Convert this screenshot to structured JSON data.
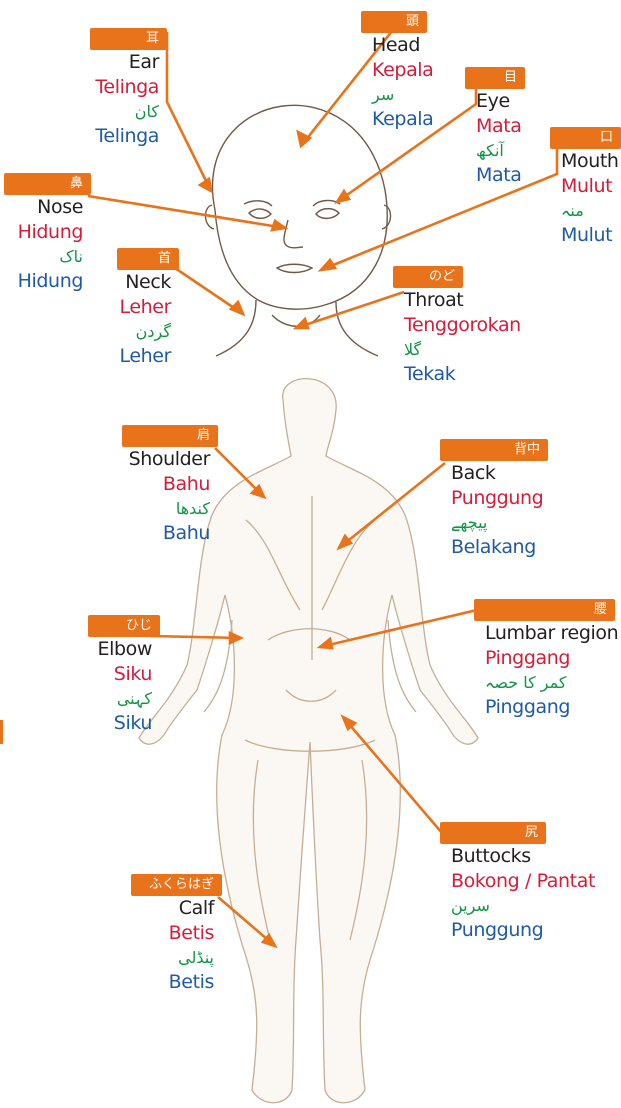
{
  "colors": {
    "accent": "#e8731a",
    "english": "#231f20",
    "malay": "#d51d3a",
    "urdu": "#119446",
    "indonesian": "#1f5aa6",
    "body_outline": "#b79f85"
  },
  "labels": [
    {
      "key": "head",
      "tag": "頭",
      "en": "Head",
      "ms": "Kepala",
      "ur": "سر",
      "id": "Kepala"
    },
    {
      "key": "ear",
      "tag": "耳",
      "en": "Ear",
      "ms": "Telinga",
      "ur": "کان",
      "id": "Telinga"
    },
    {
      "key": "eye",
      "tag": "目",
      "en": "Eye",
      "ms": "Mata",
      "ur": "آنکھ",
      "id": "Mata"
    },
    {
      "key": "mouth",
      "tag": "口",
      "en": "Mouth",
      "ms": "Mulut",
      "ur": "منہ",
      "id": "Mulut"
    },
    {
      "key": "nose",
      "tag": "鼻",
      "en": "Nose",
      "ms": "Hidung",
      "ur": "ناک",
      "id": "Hidung"
    },
    {
      "key": "neck",
      "tag": "首",
      "en": "Neck",
      "ms": "Leher",
      "ur": "گردن",
      "id": "Leher"
    },
    {
      "key": "throat",
      "tag": "のど",
      "en": "Throat",
      "ms": "Tenggorokan",
      "ur": "گلا",
      "id": "Tekak"
    },
    {
      "key": "shoulder",
      "tag": "肩",
      "en": "Shoulder",
      "ms": "Bahu",
      "ur": "کندھا",
      "id": "Bahu"
    },
    {
      "key": "back",
      "tag": "背中",
      "en": "Back",
      "ms": "Punggung",
      "ur": "پیچھے",
      "id": "Belakang"
    },
    {
      "key": "elbow",
      "tag": "ひじ",
      "en": "Elbow",
      "ms": "Siku",
      "ur": "کہنی",
      "id": "Siku"
    },
    {
      "key": "lumbar",
      "tag": "腰",
      "en": "Lumbar region",
      "ms": "Pinggang",
      "ur": "کمر کا حصہ",
      "id": "Pinggang"
    },
    {
      "key": "buttocks",
      "tag": "尻",
      "en": "Buttocks",
      "ms": "Bokong / Pantat",
      "ur": "سرین",
      "id": "Punggung"
    },
    {
      "key": "calf",
      "tag": "ふくらはぎ",
      "en": "Calf",
      "ms": "Betis",
      "ur": "پنڈلی",
      "id": "Betis"
    }
  ]
}
